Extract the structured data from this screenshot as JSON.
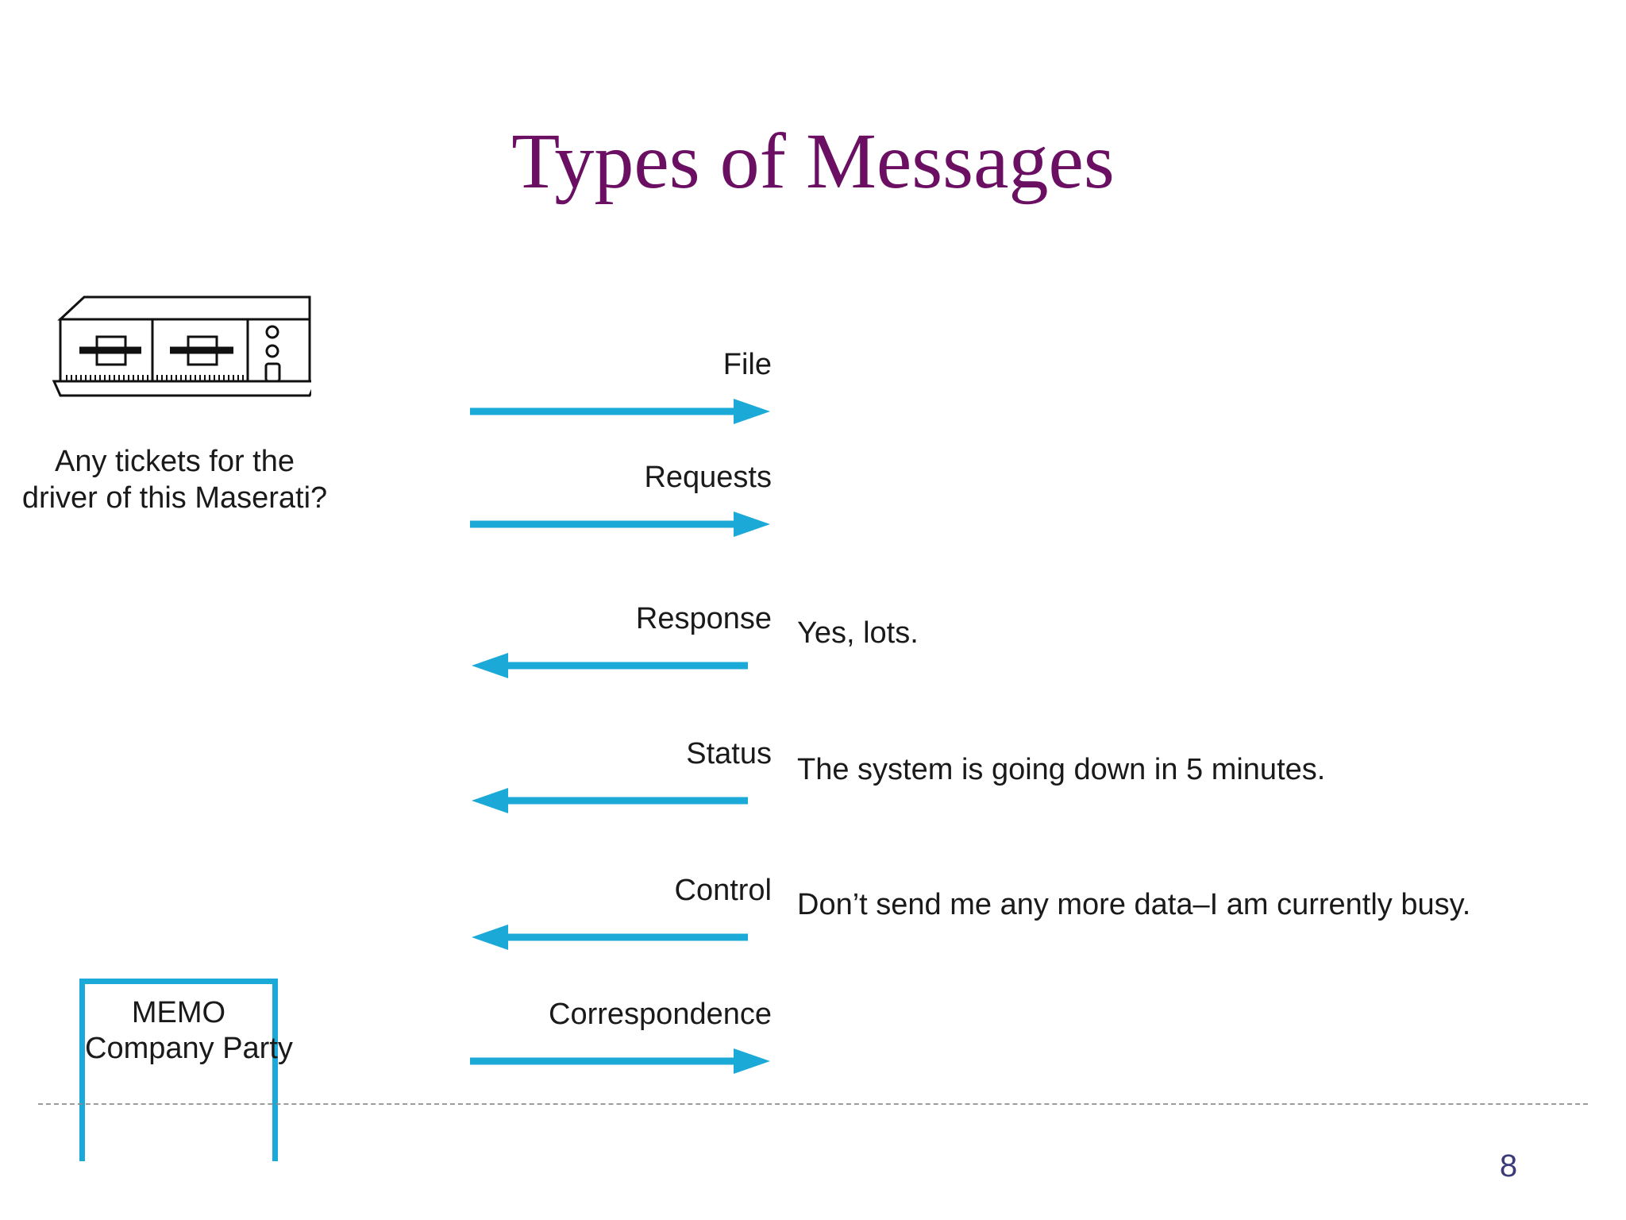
{
  "slide": {
    "title": "Types of Messages",
    "title_color": "#6B0F63",
    "page_number": "8",
    "page_number_color": "#3C3B79",
    "accent_color": "#1BA9D8",
    "background_color": "#FFFFFF"
  },
  "device": {
    "icon_name": "modem-device-icon",
    "caption_line1": "Any tickets for the",
    "caption_line2": "driver of this Maserati?"
  },
  "memo": {
    "border_color": "#1BA9D8",
    "line1": "MEMO",
    "line2": "Company Party"
  },
  "messages": [
    {
      "label": "File",
      "direction": "right",
      "example": ""
    },
    {
      "label": "Requests",
      "direction": "right",
      "example": ""
    },
    {
      "label": "Response",
      "direction": "left",
      "example": "Yes, lots."
    },
    {
      "label": "Status",
      "direction": "left",
      "example": "The system is going down in 5 minutes."
    },
    {
      "label": "Control",
      "direction": "left",
      "example": "Don’t send me any more data–I am currently busy."
    },
    {
      "label": "Correspondence",
      "direction": "right",
      "example": ""
    }
  ]
}
